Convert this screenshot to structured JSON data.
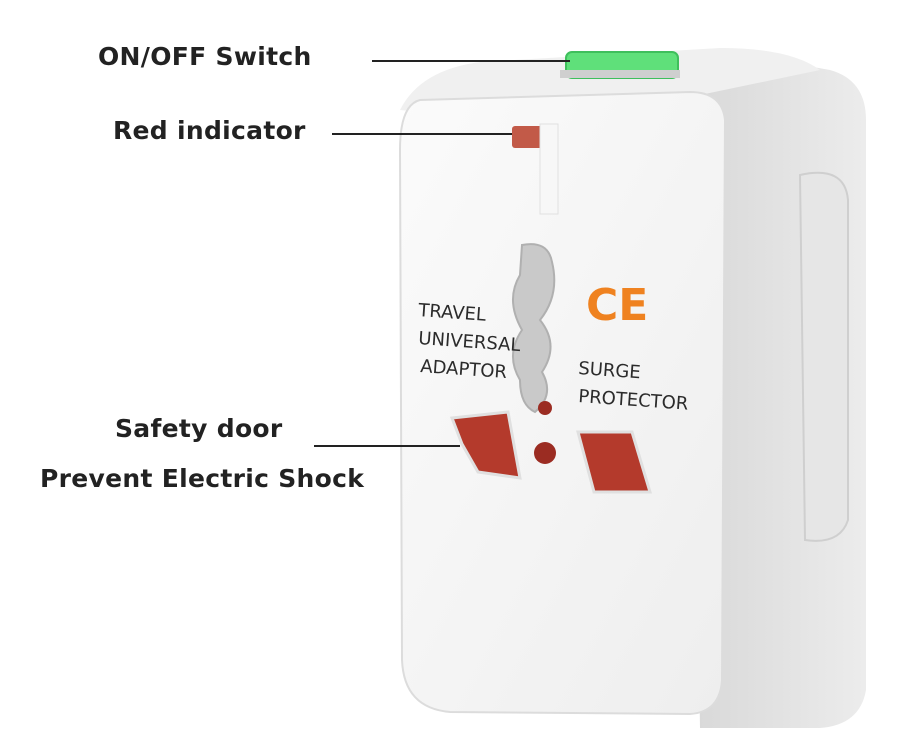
{
  "callouts": {
    "switch_label": "ON/OFF  Switch",
    "indicator_label": "Red  indicator",
    "safety_label": "Safety  door",
    "shock_label": "Prevent  Electric Shock"
  },
  "device_print": {
    "line1": "TRAVEL",
    "line2": "UNIVERSAL",
    "line3": "ADAPTOR",
    "surge1": "SURGE",
    "surge2": "PROTECTOR",
    "ce_mark": "CE"
  },
  "colors": {
    "body": "#f3f3f3",
    "switch_green": "#5fe07a",
    "indicator_red": "#c25a48",
    "socket_red": "#b43a2c",
    "ce_orange": "#ef8220",
    "leader_line": "#222222"
  }
}
